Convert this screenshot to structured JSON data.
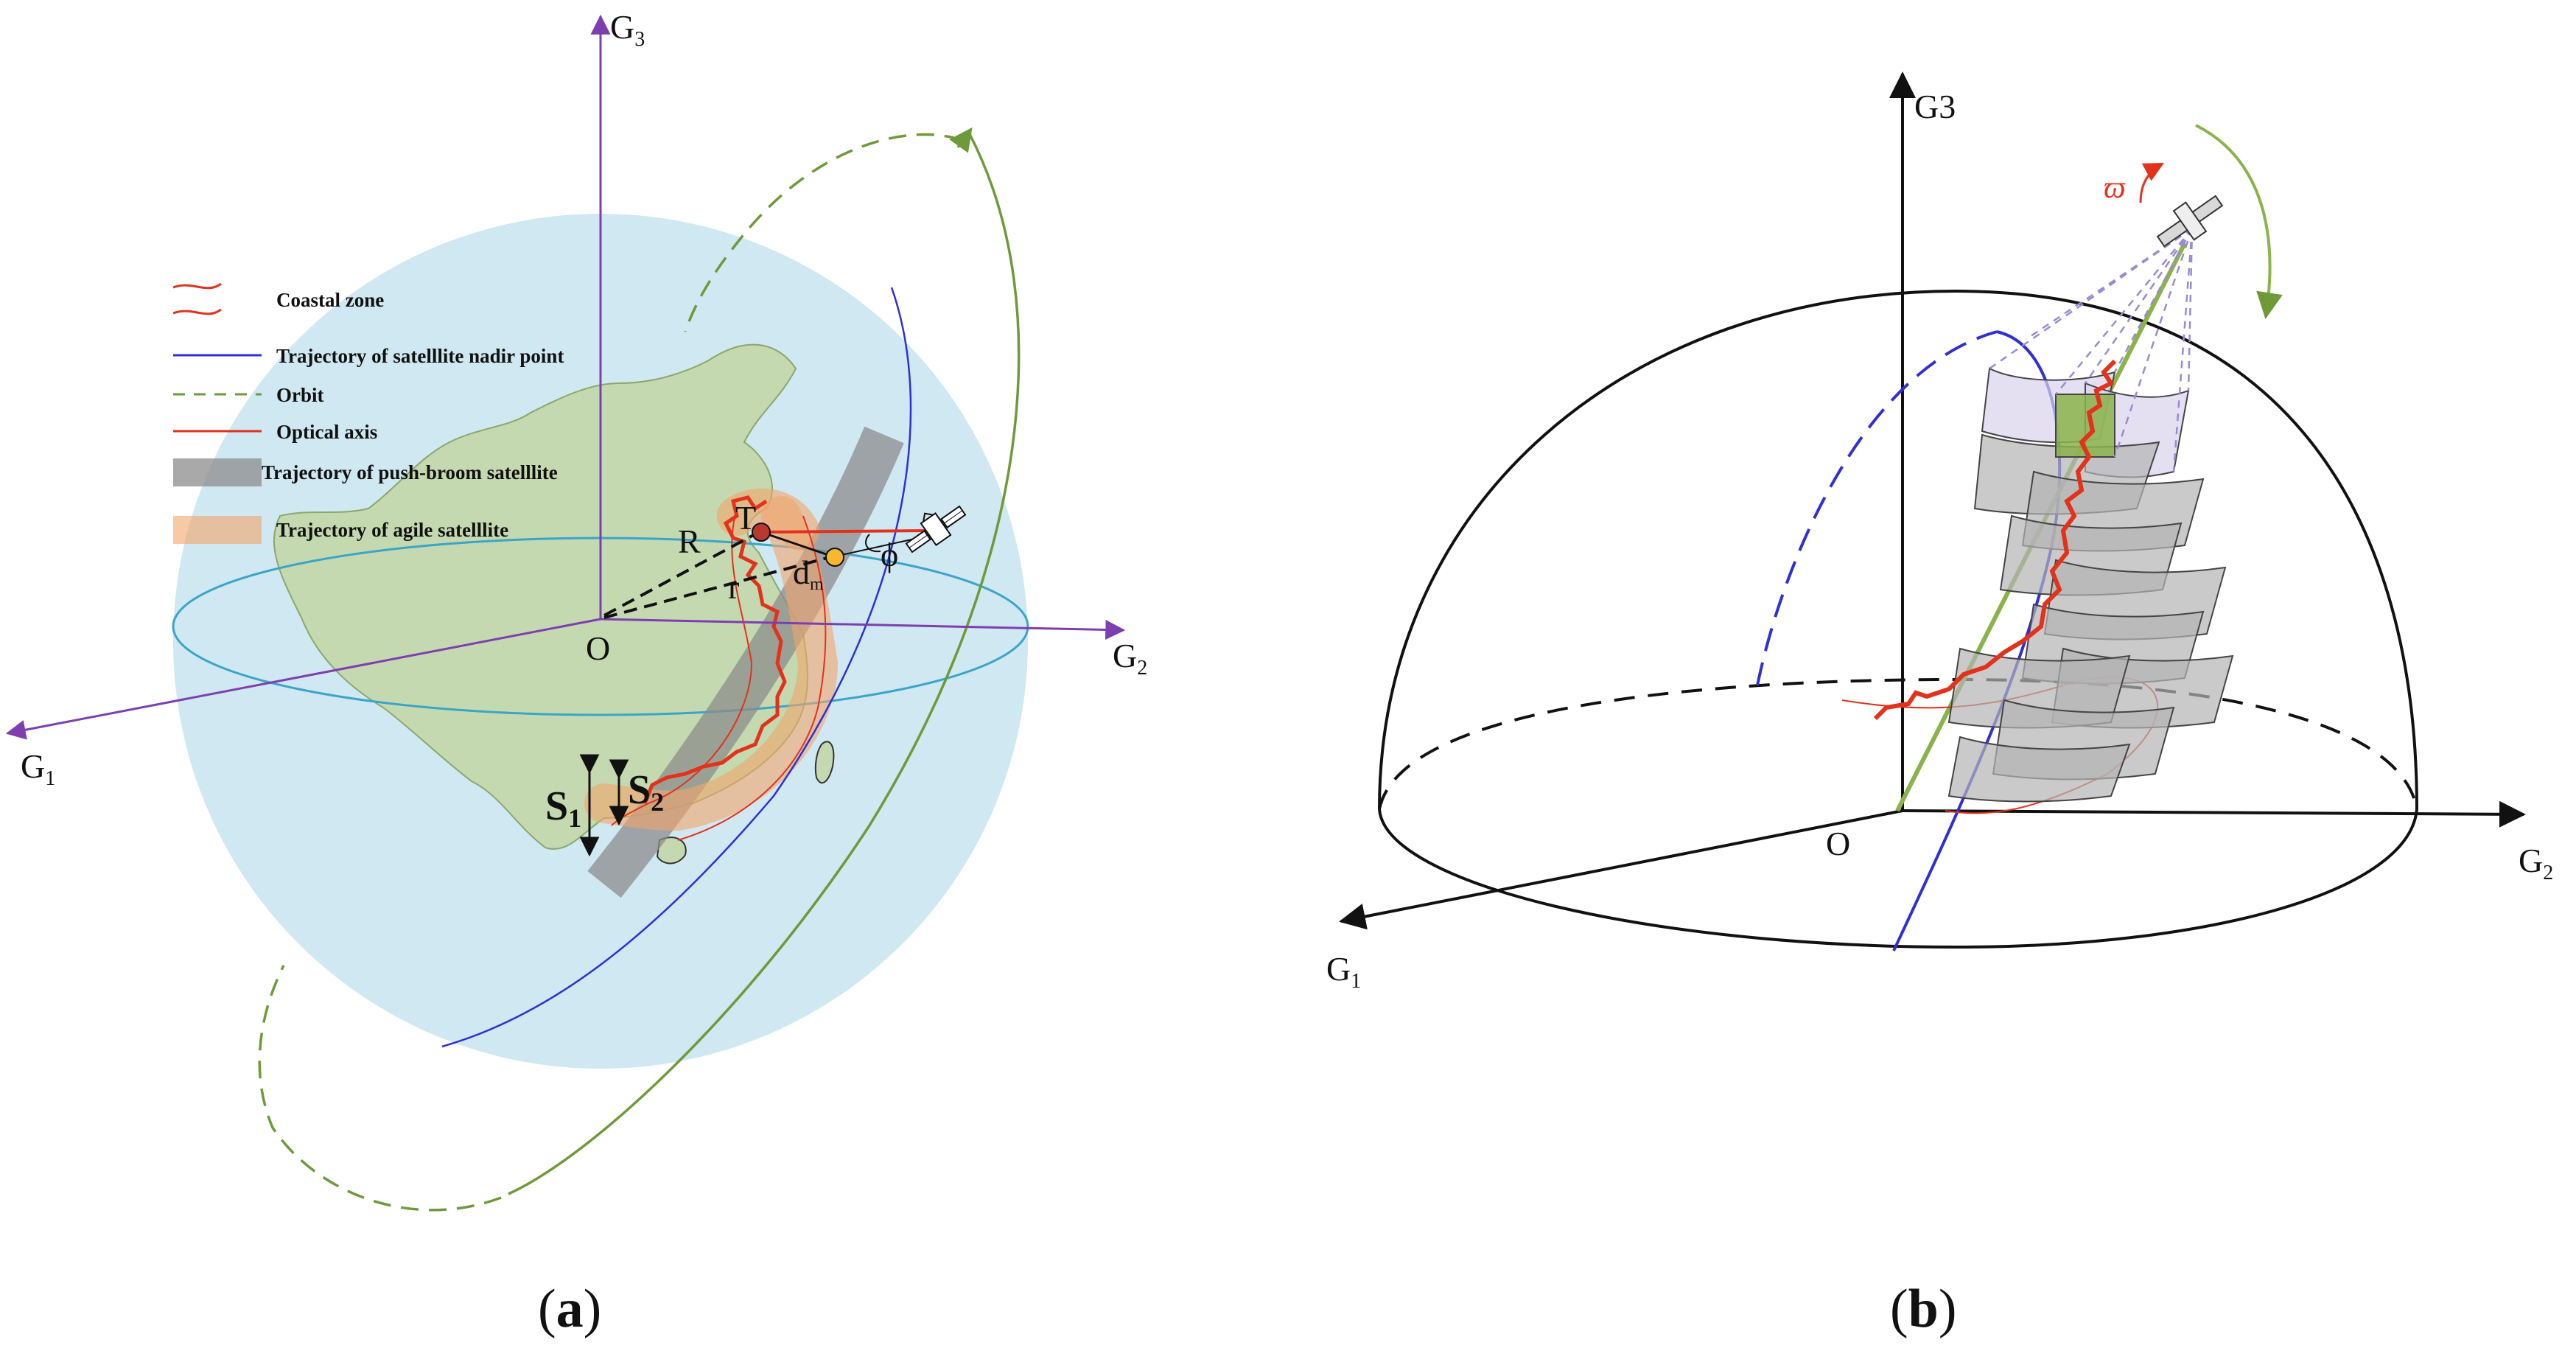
{
  "panel_a": {
    "axis_labels": {
      "g3": "G",
      "g3_sub": "3",
      "g2": "G",
      "g2_sub": "2",
      "g1": "G",
      "g1_sub": "1",
      "origin": "O"
    },
    "point_labels": {
      "T": "T",
      "R": "R",
      "r": "r",
      "dm": "d",
      "dm_sub": "m",
      "phi": "ϕ"
    },
    "widths": {
      "s1": "S",
      "s1_sub": "1",
      "s2": "S",
      "s2_sub": "2"
    },
    "legend": [
      {
        "label": "Coastal zone"
      },
      {
        "label": "Trajectory of  satelllite nadir point"
      },
      {
        "label": "Orbit"
      },
      {
        "label": "Optical axis"
      },
      {
        "label": "Trajectory of push-broom satelllite"
      },
      {
        "label": "Trajectory of agile satelllite"
      }
    ],
    "caption_open": "(",
    "caption_letter": "a",
    "caption_close": ")"
  },
  "panel_b": {
    "axis_labels": {
      "g3": "G3",
      "g2": "G",
      "g2_sub": "2",
      "g1": "G",
      "g1_sub": "1",
      "origin": "O"
    },
    "omega": "ϖ",
    "caption_open": "(",
    "caption_letter": "b",
    "caption_close": ")"
  },
  "colors": {
    "earth": "#cfe8f2",
    "land": "#c5d9b0",
    "coast": "#e2321c",
    "nadir": "#2f2fd6",
    "orbit": "#6e9a3a",
    "axis_a": "#7d3fb0",
    "equator": "#3aa5c8",
    "pushbroom": "#8c8c8c",
    "agile": "#f2a56a"
  }
}
